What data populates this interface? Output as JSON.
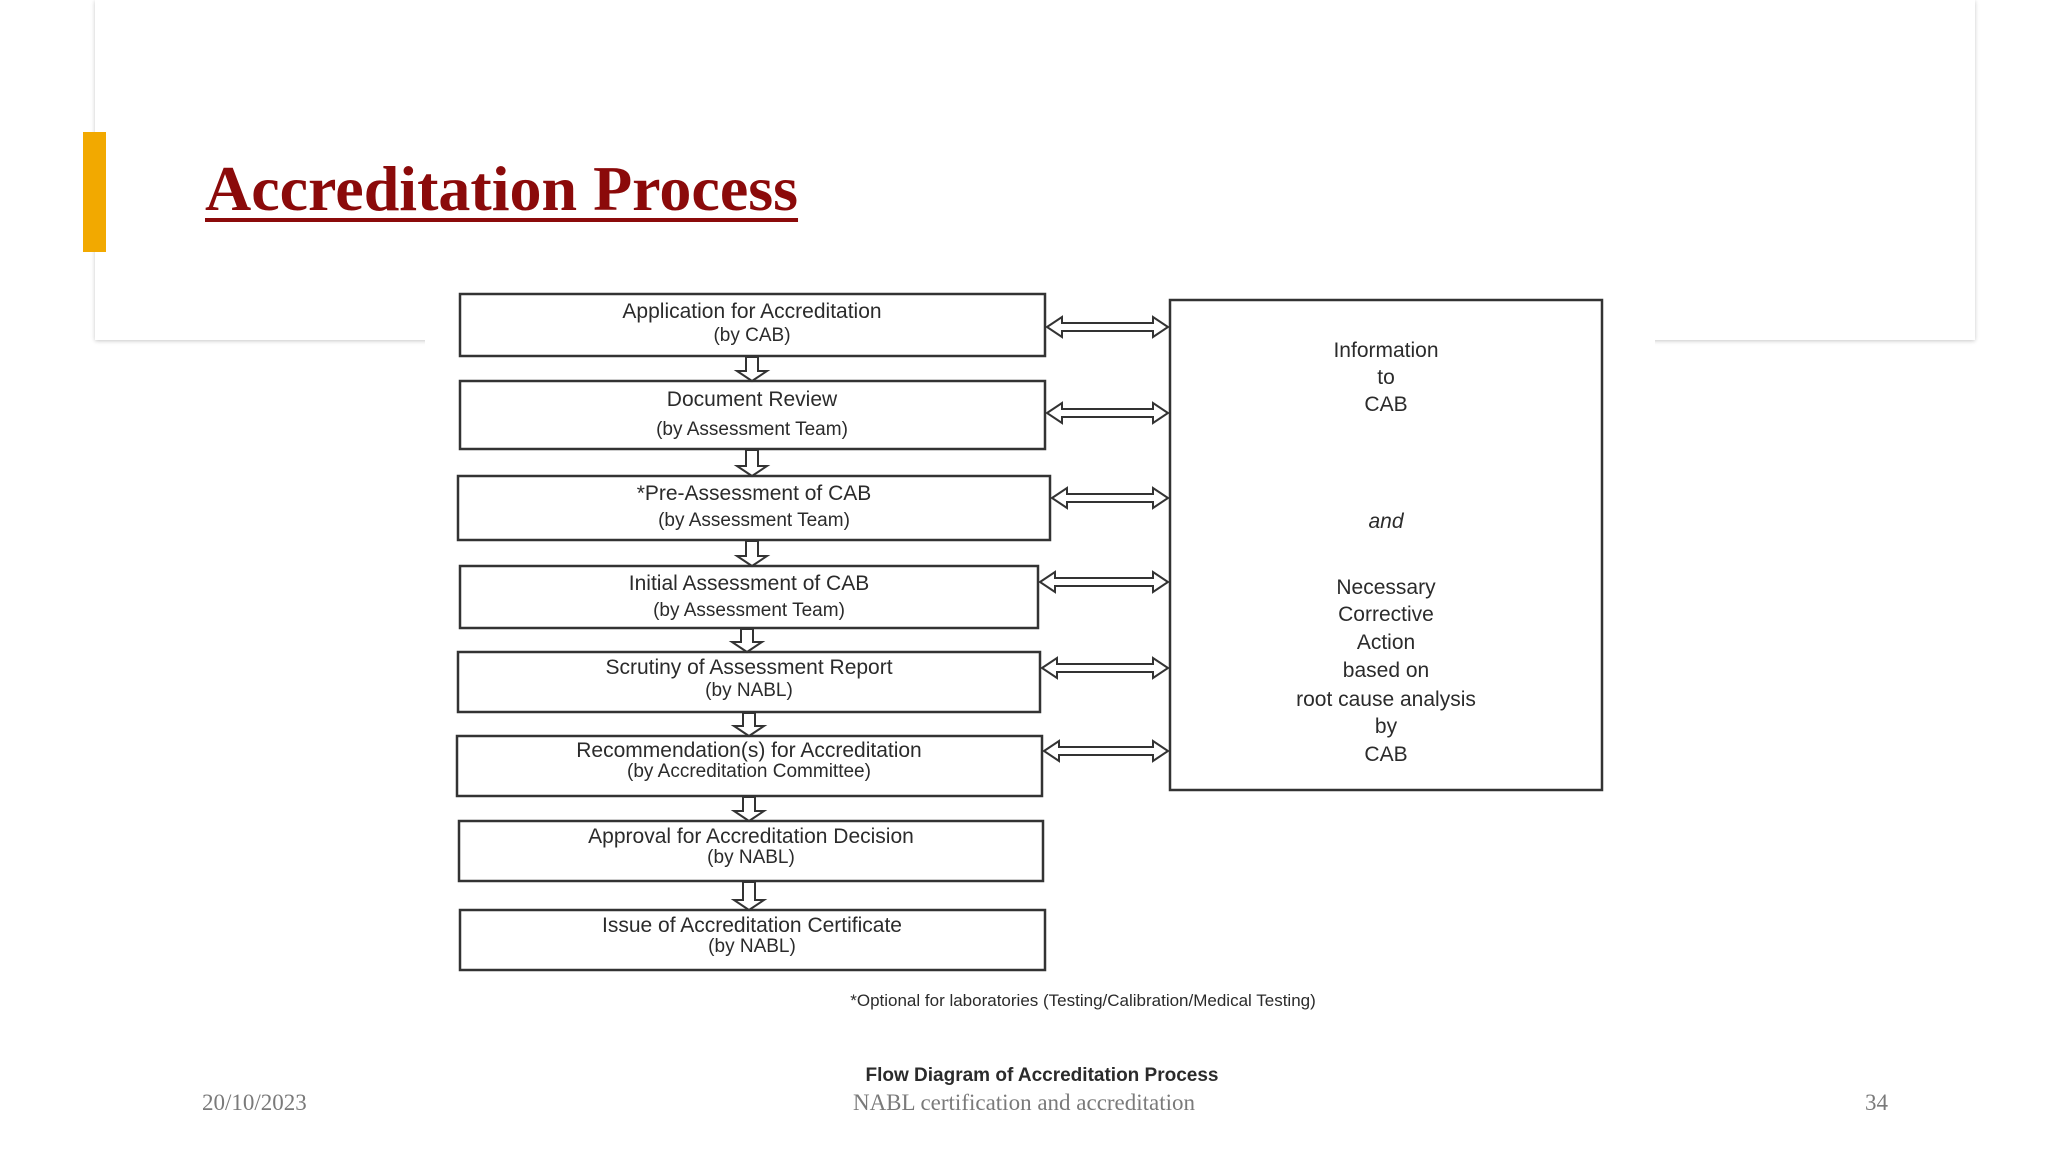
{
  "slide": {
    "title": "Accreditation Process",
    "accent_color": "#f2a900",
    "title_color": "#8b0a0a"
  },
  "diagram": {
    "steps": [
      {
        "title": "Application for Accreditation",
        "by": "(by CAB)"
      },
      {
        "title": "Document Review",
        "by": "(by Assessment Team)"
      },
      {
        "title": "*Pre-Assessment of CAB",
        "by": "(by Assessment Team)"
      },
      {
        "title": "Initial Assessment of CAB",
        "by": "(by Assessment Team)"
      },
      {
        "title": "Scrutiny of Assessment Report",
        "by": "(by NABL)"
      },
      {
        "title": "Recommendation(s) for Accreditation",
        "by": "(by Accreditation Committee)"
      },
      {
        "title": "Approval for Accreditation Decision",
        "by": "(by NABL)"
      },
      {
        "title": "Issue of Accreditation Certificate",
        "by": "(by NABL)"
      }
    ],
    "info_box": {
      "line1": "Information",
      "line2": "to",
      "line3": "CAB",
      "conjunction": "and",
      "line4": "Necessary",
      "line5": "Corrective",
      "line6": "Action",
      "line7": "based on",
      "line8": "root cause analysis",
      "line9": "by",
      "line10": "CAB"
    },
    "footnote": "*Optional for laboratories (Testing/Calibration/Medical Testing)",
    "caption": "Flow Diagram of Accreditation Process"
  },
  "footer": {
    "date": "20/10/2023",
    "center": "NABL certification and accreditation",
    "page": "34"
  }
}
